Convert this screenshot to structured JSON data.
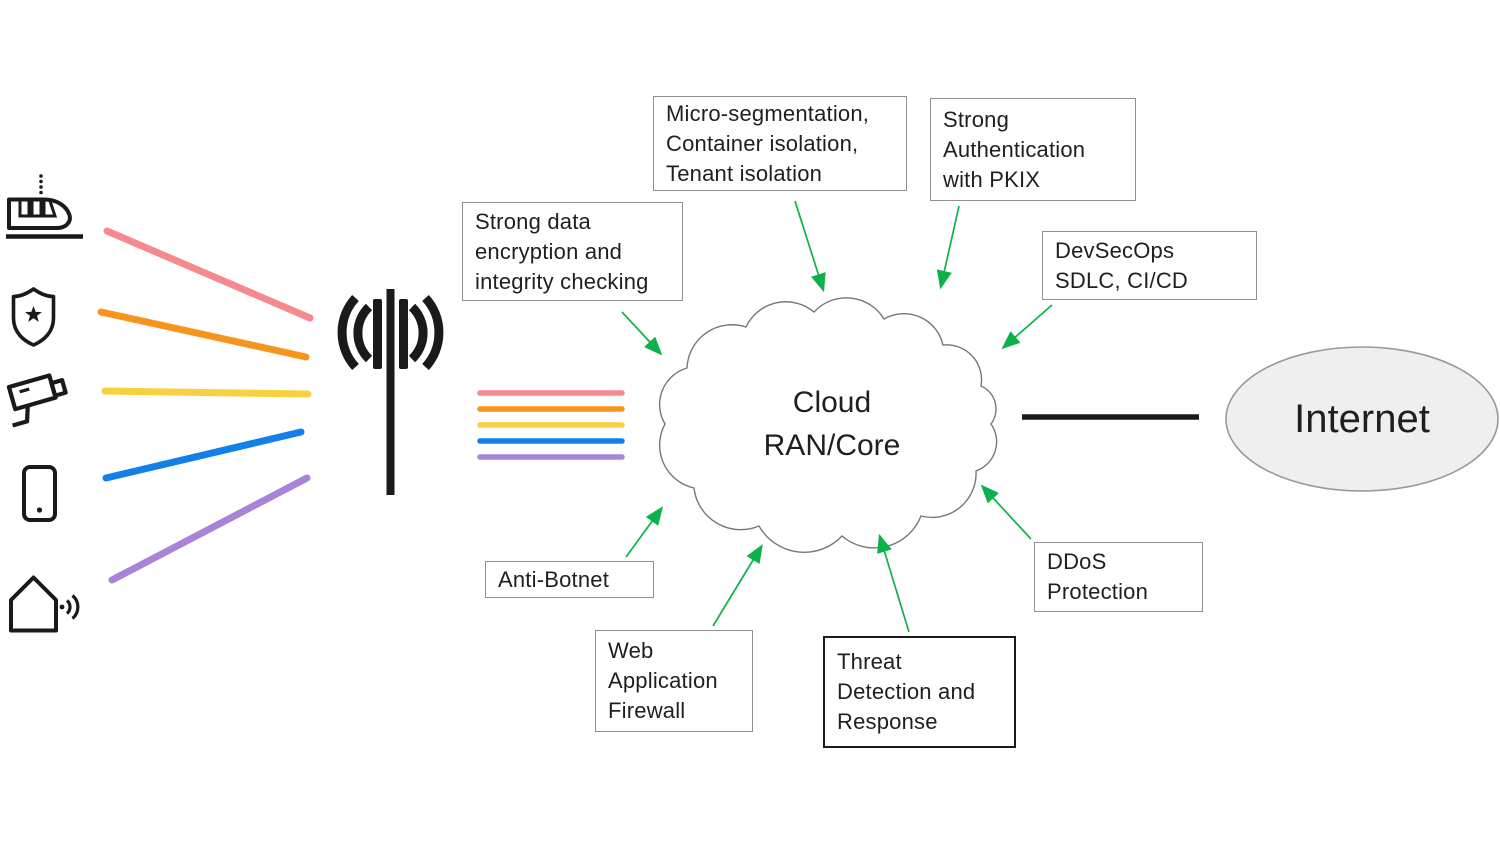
{
  "title": "Cloud RAN/Core security diagram",
  "nodes": {
    "cloud": {
      "label": "Cloud\nRAN/Core"
    },
    "internet": {
      "label": "Internet"
    }
  },
  "boxes": {
    "micro_segmentation": {
      "label": "Micro-segmentation,\nContainer isolation,\nTenant isolation"
    },
    "strong_auth": {
      "label": "Strong\nAuthentication\nwith PKIX"
    },
    "strong_encryption": {
      "label": "Strong data\nencryption and\nintegrity checking"
    },
    "devsecops": {
      "label": "DevSecOps\nSDLC, CI/CD"
    },
    "ddos": {
      "label": "DDoS\nProtection"
    },
    "threat_detection": {
      "label": "Threat\nDetection and\nResponse"
    },
    "waf": {
      "label": "Web\nApplication\nFirewall"
    },
    "anti_botnet": {
      "label": "Anti-Botnet"
    }
  },
  "arrows_to_cloud": [
    "strong_encryption",
    "micro_segmentation",
    "strong_auth",
    "devsecops",
    "ddos",
    "threat_detection",
    "waf",
    "anti_botnet"
  ],
  "icons": {
    "devices": [
      "high-speed-train-icon",
      "shield-star-icon",
      "cctv-camera-icon",
      "smartphone-icon",
      "smart-home-icon"
    ],
    "network": [
      "cell-tower-icon"
    ]
  },
  "colors": {
    "line_pink": "#f6898d",
    "line_orange": "#f7941d",
    "line_yellow": "#f9d03f",
    "line_blue": "#1180e8",
    "line_purple": "#a884d8",
    "arrow_green": "#0db14b",
    "internet_fill": "#efefef",
    "cloud_stroke": "#777777",
    "border_gray": "#8f8f8f",
    "ink": "#1f1f1f"
  }
}
